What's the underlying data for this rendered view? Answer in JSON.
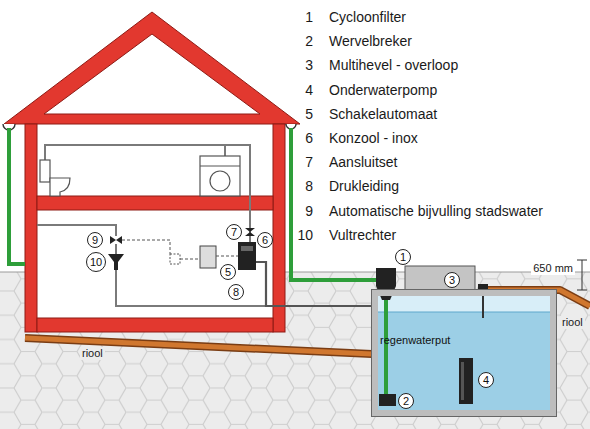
{
  "diagram": {
    "nodes": [
      {
        "text": [
          "9"
        ]
      },
      {
        "text": [
          "7"
        ]
      },
      {
        "text": [
          "6"
        ]
      },
      {
        "text": [
          "10"
        ]
      },
      {
        "text": [
          "5"
        ]
      },
      {
        "text": [
          "8"
        ]
      },
      {
        "text": [
          "1"
        ]
      },
      {
        "text": [
          "3"
        ]
      },
      {
        "text": [
          "regenwaterput"
        ]
      },
      {
        "text": [
          "2"
        ],
        "in": 8
      },
      {
        "text": [
          "4"
        ],
        "in": 8
      }
    ],
    "labels": [
      "1",
      "Cycloonfilter",
      "2",
      "Wervelbreker",
      "3",
      "Multihevel - overloop",
      "4",
      "Onderwaterpomp",
      "5",
      "Schakelautomaat",
      "6",
      "Konzool - inox",
      "7",
      "Aansluitset",
      "8",
      "Drukleiding",
      "9",
      "Automatische bijvulling stadswater",
      "10",
      "Vultrechter",
      "riool",
      "riool",
      "650 mm"
    ]
  }
}
